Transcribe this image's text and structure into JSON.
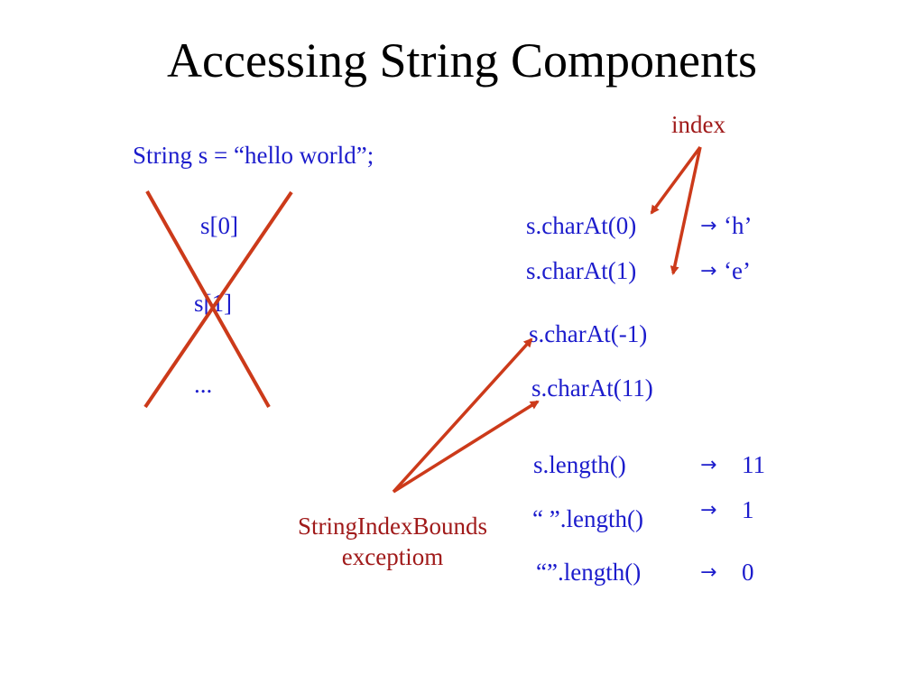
{
  "slide": {
    "title": "Accessing String Components",
    "declaration": "String s = “hello world”;",
    "array_access": {
      "items": [
        "s[0]",
        "s[1]",
        "..."
      ]
    },
    "index_label": "index",
    "char_at_calls": [
      {
        "call": "s.charAt(0)",
        "arrow": "→",
        "result": "‘h’"
      },
      {
        "call": "s.charAt(1)",
        "arrow": "→",
        "result": "‘e’"
      }
    ],
    "out_of_bounds_calls": [
      "s.charAt(-1)",
      "s.charAt(11)"
    ],
    "length_calls": [
      {
        "call": "s.length()",
        "arrow": "→",
        "result": "11"
      },
      {
        "call": "“ ”.length()",
        "arrow": "→",
        "result": "1"
      },
      {
        "call": "“”.length()",
        "arrow": "→",
        "result": "0"
      }
    ],
    "exception_label": {
      "line1": "StringIndexBounds",
      "line2": "exceptiom"
    },
    "colors": {
      "text_blue": "#1c1ccc",
      "annotation_red": "#a01a1a",
      "stroke_orange_red": "#cc3a1a"
    }
  }
}
